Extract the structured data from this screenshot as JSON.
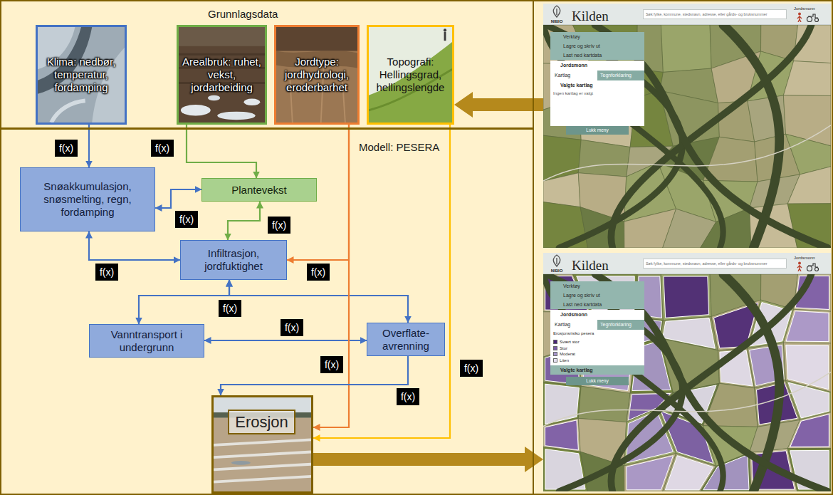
{
  "diagram": {
    "nodes": [
      {
        "text": [
          "Grunnlagsdata"
        ]
      },
      {
        "text": [
          "Klima: nedbør, temperatur, fordamping"
        ],
        "in": 0
      },
      {
        "text": [
          "Arealbruk: ruhet, vekst, jordarbeiding"
        ],
        "in": 0
      },
      {
        "text": [
          "Jordtype: jordhydrologi, eroderbarhet"
        ],
        "in": 0
      },
      {
        "text": [
          "Topografi: Hellingsgrad, hellingslengde"
        ],
        "in": 0
      },
      {
        "text": [
          "Modell: PESERA"
        ]
      },
      {
        "text": [
          "Snøakkumulasjon, snøsmelting, regn, fordamping"
        ],
        "in": 5
      },
      {
        "text": [
          "Plantevekst"
        ],
        "in": 5
      },
      {
        "text": [
          "Infiltrasjon, jordfuktighet"
        ],
        "in": 5
      },
      {
        "text": [
          "Vanntransport i undergrunn"
        ],
        "in": 5
      },
      {
        "text": [
          "Overflate- avrenning"
        ],
        "in": 5
      },
      {
        "text": [
          "Erosjon"
        ],
        "in": 5
      },
      {
        "text": [
          "NIBIO",
          "Kilden",
          "Søk fylke, kommune, stedsnavn, adresse, eller gårds- og bruksnummer",
          "Jordsmonn",
          "Verktøy",
          "Lagre og skriv ut",
          "Last ned kartdata",
          "Jordsmonn",
          "Kartlag",
          "Tegnforklaring",
          "Valgte kartlag",
          "Ingen kartlag er valgt",
          "Lukk meny"
        ]
      },
      {
        "text": [
          "NIBIO",
          "Kilden",
          "Søk fylke, kommune, stedsnavn, adresse, eller gårds- og bruksnummer",
          "Jordsmonn",
          "Verktøy",
          "Lagre og skriv ut",
          "Last ned kartdata",
          "Jordsmonn",
          "Kartlag",
          "Tegnforklaring",
          "Erosjonsrisiko pesera",
          "Valgte kartlag",
          "Lukk meny"
        ]
      }
    ],
    "edges": [
      {
        "from": 1,
        "to": 6,
        "arrow": "to",
        "label": "f(x)"
      },
      {
        "from": 2,
        "to": 7,
        "arrow": "to",
        "label": "f(x)"
      },
      {
        "from": 6,
        "to": 7,
        "arrow": "both",
        "label": "f(x)"
      },
      {
        "from": 7,
        "to": 8,
        "arrow": "both",
        "label": "f(x)"
      },
      {
        "from": 6,
        "to": 8,
        "arrow": "both",
        "label": "f(x)"
      },
      {
        "from": 3,
        "to": 8,
        "arrow": "to",
        "label": "f(x)"
      },
      {
        "from": 8,
        "to": 9,
        "arrow": "both",
        "label": "f(x)"
      },
      {
        "from": 8,
        "to": 10,
        "arrow": "both"
      },
      {
        "from": 9,
        "to": 10,
        "arrow": "both",
        "label": "f(x)"
      },
      {
        "from": 3,
        "to": 11,
        "arrow": "to",
        "label": "f(x)"
      },
      {
        "from": 10,
        "to": 11,
        "arrow": "to",
        "label": "f(x)"
      },
      {
        "from": 4,
        "to": 11,
        "arrow": "to",
        "label": "f(x)"
      },
      {
        "from": 12,
        "to": 4,
        "arrow": "to"
      },
      {
        "from": 11,
        "to": 13,
        "arrow": "to"
      }
    ],
    "legend": [
      {
        "text": "Svært stor",
        "color": "#4a2577"
      },
      {
        "text": "Stor",
        "color": "#7a5aa8"
      },
      {
        "text": "Moderat",
        "color": "#a896cc"
      },
      {
        "text": "Liten",
        "color": "#e4def0"
      }
    ]
  }
}
